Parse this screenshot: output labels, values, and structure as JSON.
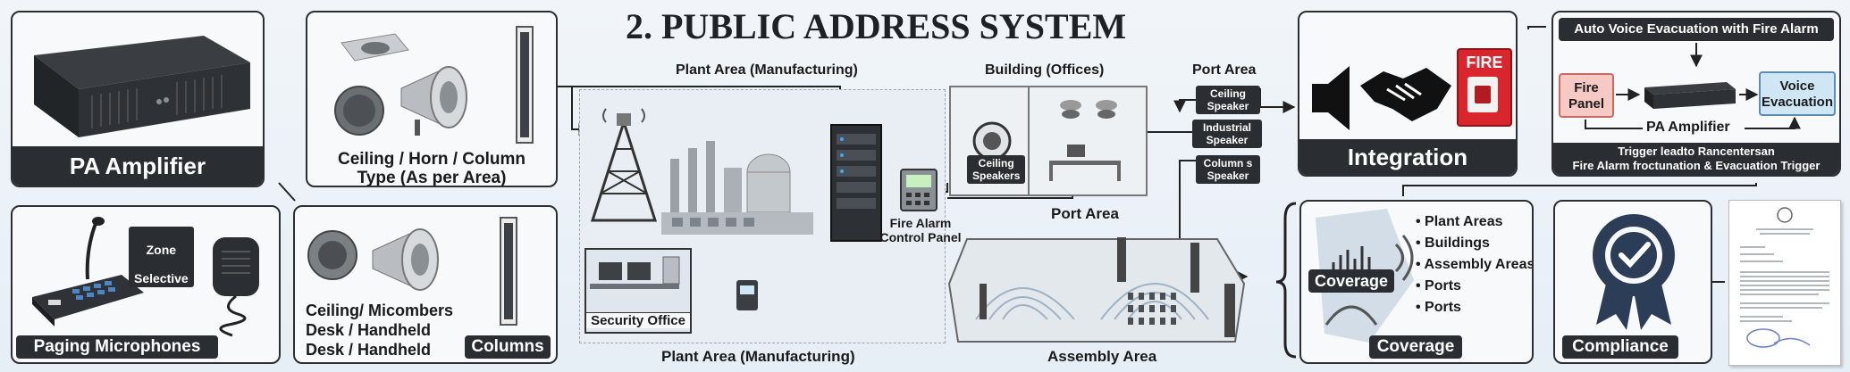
{
  "title": "2. PUBLIC ADDRESS SYSTEM",
  "pa_amplifier_panel": {
    "label": "PA Amplifier"
  },
  "speaker_panel": {
    "label_line1": "Ceiling / Horn / Column",
    "label_line2": "Type (As per Area)"
  },
  "paging_panel": {
    "label": "Paging Microphones",
    "zone_tag_line1": "Zone",
    "zone_tag_line2": "Selective"
  },
  "mic_types_panel": {
    "line1": "Ceiling/ Micombers",
    "line2": "Desk / Handheld",
    "line3": "Desk / Handheld",
    "columns_label": "Columns"
  },
  "center": {
    "plant_area_top": "Plant Area (Manufacturing)",
    "plant_area_bottom": "Plant Area (Manufacturing)",
    "building_offices": "Building (Offices)",
    "port_area_top": "Port Area",
    "port_area_mid": "Port Area",
    "assembly_area": "Assembly Area",
    "security_office": "Security Office",
    "fire_alarm_panel_line1": "Fire Alarm",
    "fire_alarm_panel_line2": "Control Panel",
    "ceiling_speakers_tag": "Ceiling\nSpeakers",
    "right_tags": [
      "Ceiling\nSpeaker",
      "Industrial\nSpeaker",
      "Column s\nSpeaker"
    ]
  },
  "integration_panel": {
    "label": "Integration",
    "fire_sign": "FIRE"
  },
  "evacuation_panel": {
    "header": "Auto Voice Evacuation with Fire Alarm",
    "fire_panel_line1": "Fire",
    "fire_panel_line2": "Panel",
    "voice_evac_line1": "Voice",
    "voice_evac_line2": "Evacuation",
    "pa_amplifier": "PA Amplifier",
    "footer_line1": "Trigger leadto Rancentersan",
    "footer_line2": "Fire Alarm froctunation & Evacuation Trigger"
  },
  "coverage_panel": {
    "inner_label": "Coverage",
    "label": "Coverage",
    "items": [
      "Plant Areas",
      "Buildings",
      "Assembly Areas",
      "Ports",
      "Ports"
    ]
  },
  "compliance_panel": {
    "label": "Compliance"
  },
  "colors": {
    "dark": "#2a2d31",
    "fire_red": "#d9262c",
    "evac_pink": "#f6c9c4",
    "evac_blue": "#cfe6f5",
    "badge_navy": "#2c3e57"
  }
}
